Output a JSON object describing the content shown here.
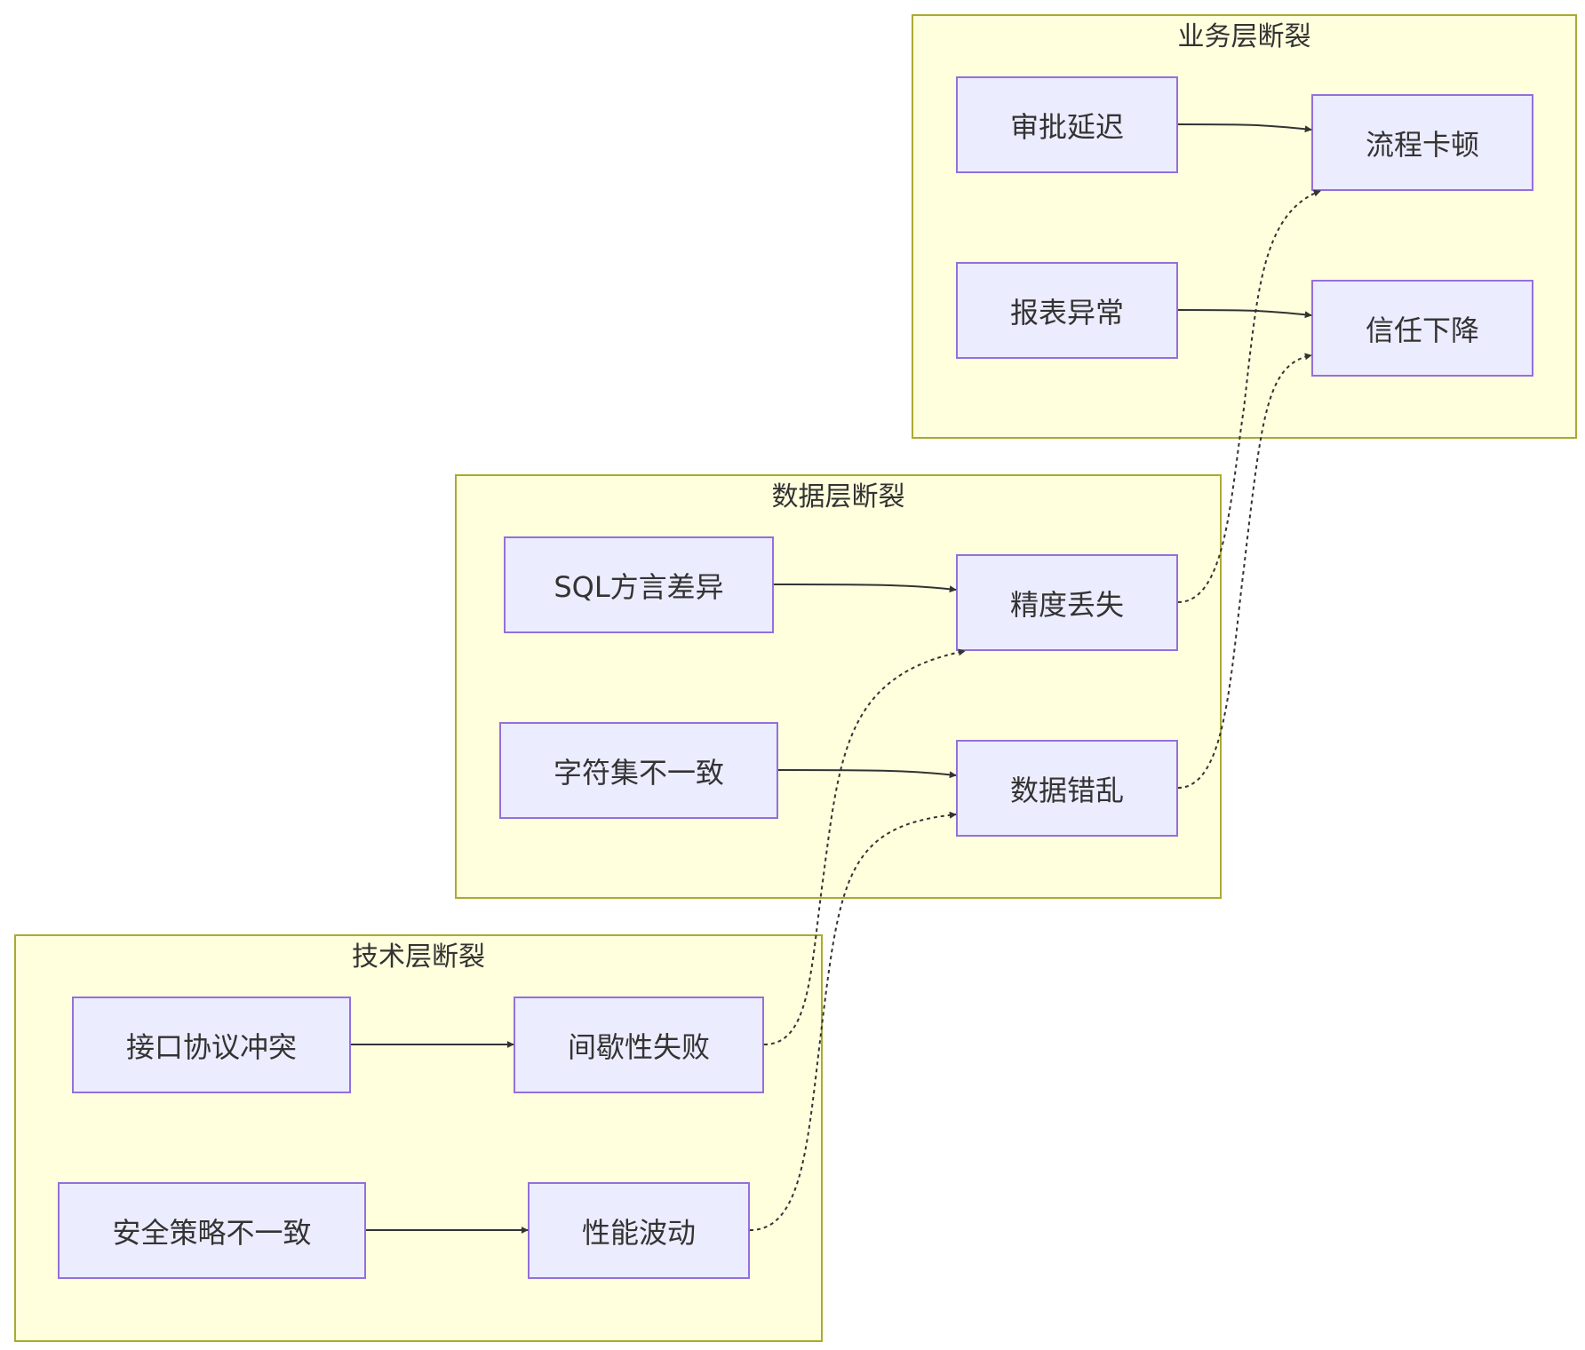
{
  "clusters": {
    "business": {
      "title": "业务层断裂"
    },
    "data": {
      "title": "数据层断裂"
    },
    "tech": {
      "title": "技术层断裂"
    }
  },
  "nodes": {
    "approval_delay": "审批延迟",
    "process_stall": "流程卡顿",
    "report_anomaly": "报表异常",
    "trust_decline": "信任下降",
    "sql_dialect": "SQL方言差异",
    "precision_loss": "精度丢失",
    "charset_mismatch": "字符集不一致",
    "data_corruption": "数据错乱",
    "protocol_conflict": "接口协议冲突",
    "intermittent_failure": "间歇性失败",
    "security_policy_mismatch": "安全策略不一致",
    "performance_fluctuation": "性能波动"
  },
  "edges": [
    {
      "from": "approval_delay",
      "to": "process_stall",
      "style": "solid"
    },
    {
      "from": "report_anomaly",
      "to": "trust_decline",
      "style": "solid"
    },
    {
      "from": "sql_dialect",
      "to": "precision_loss",
      "style": "solid"
    },
    {
      "from": "charset_mismatch",
      "to": "data_corruption",
      "style": "solid"
    },
    {
      "from": "protocol_conflict",
      "to": "intermittent_failure",
      "style": "solid"
    },
    {
      "from": "security_policy_mismatch",
      "to": "performance_fluctuation",
      "style": "solid"
    },
    {
      "from": "precision_loss",
      "to": "process_stall",
      "style": "dotted"
    },
    {
      "from": "data_corruption",
      "to": "trust_decline",
      "style": "dotted"
    },
    {
      "from": "intermittent_failure",
      "to": "precision_loss",
      "style": "dotted"
    },
    {
      "from": "performance_fluctuation",
      "to": "data_corruption",
      "style": "dotted"
    }
  ]
}
